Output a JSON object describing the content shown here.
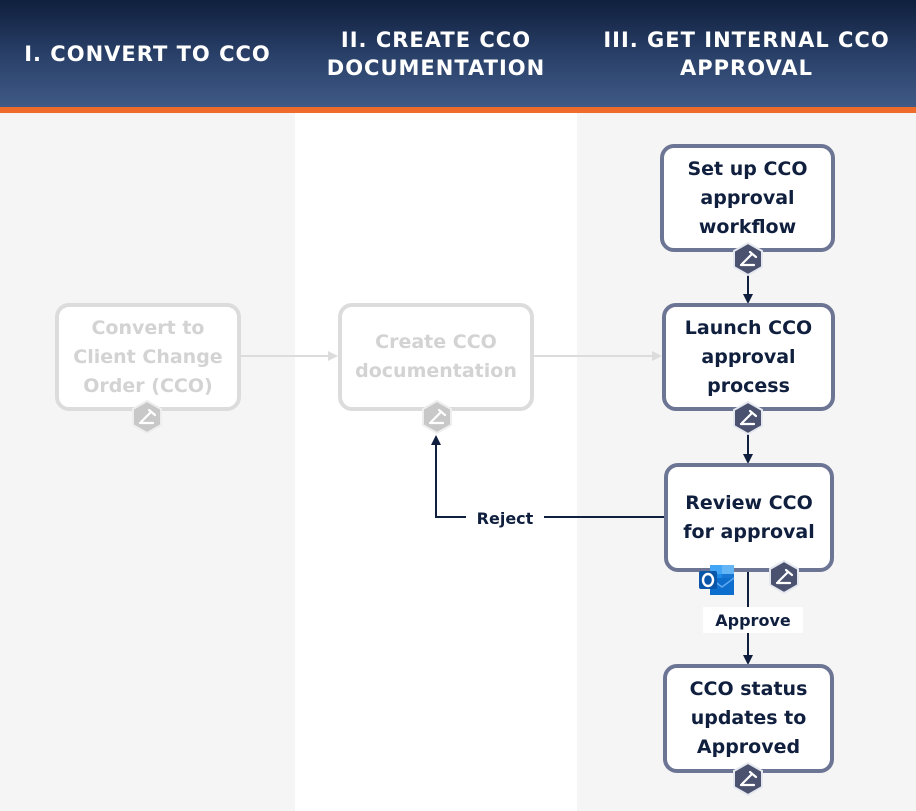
{
  "columns": [
    {
      "title": "I. CONVERT TO CCO"
    },
    {
      "title": "II. CREATE CCO\nDOCUMENTATION"
    },
    {
      "title": "III. GET INTERNAL CCO\nAPPROVAL"
    }
  ],
  "nodes": {
    "convert": {
      "label": "Convert to\nClient Change\nOrder (CCO)",
      "state": "inactive"
    },
    "create_doc": {
      "label": "Create CCO\ndocumentation",
      "state": "inactive"
    },
    "setup_workflow": {
      "label": "Set up CCO\napproval\nworkflow",
      "state": "active"
    },
    "launch_process": {
      "label": "Launch CCO\napproval\nprocess",
      "state": "active"
    },
    "review": {
      "label": "Review CCO\nfor approval",
      "state": "active"
    },
    "status_approved": {
      "label": "CCO status\nupdates to\nApproved",
      "state": "active"
    }
  },
  "edges": {
    "reject_label": "Reject",
    "approve_label": "Approve"
  },
  "icons": {
    "step_badge": "hexagon-step-icon",
    "email_app": "outlook-icon"
  },
  "colors": {
    "header_dark": "#0f1f3d",
    "header_accent": "#ee6b2c",
    "node_border": "#6d7594",
    "node_text": "#0f1f3d",
    "inactive": "#dcdcdc"
  }
}
